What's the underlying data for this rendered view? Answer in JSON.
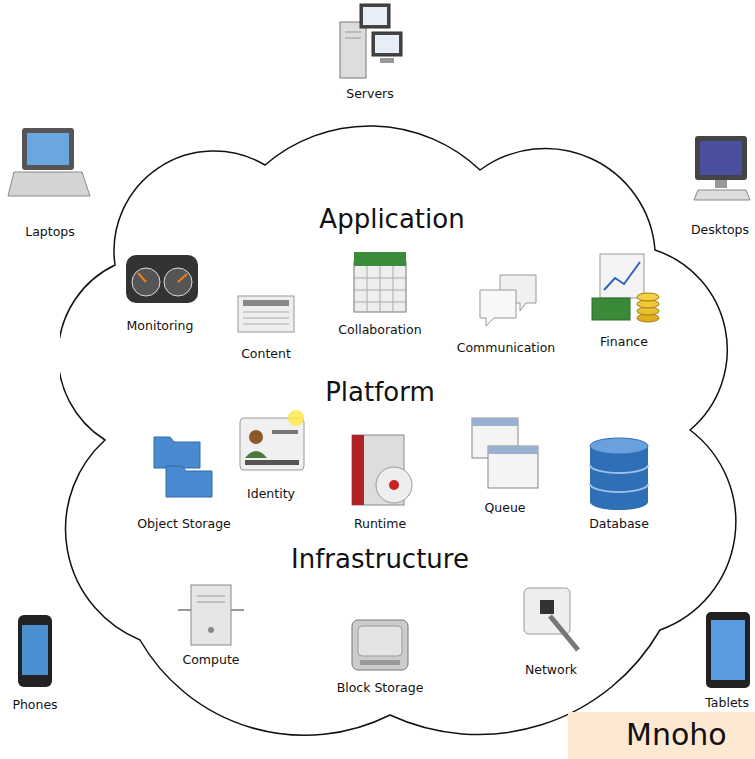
{
  "diagram": {
    "nodes": [
      {
        "text": [
          "Application",
          "Platform",
          "Infrastructure"
        ]
      },
      {
        "text": [
          "Mnoho"
        ]
      }
    ],
    "labels": [
      "Servers",
      "Laptops",
      "Desktops",
      "Monitoring",
      "Content",
      "Collaboration",
      "Communication",
      "Finance",
      "Identity",
      "Object Storage",
      "Runtime",
      "Queue",
      "Database",
      "Compute",
      "Block Storage",
      "Network",
      "Phones",
      "Tablets"
    ]
  }
}
